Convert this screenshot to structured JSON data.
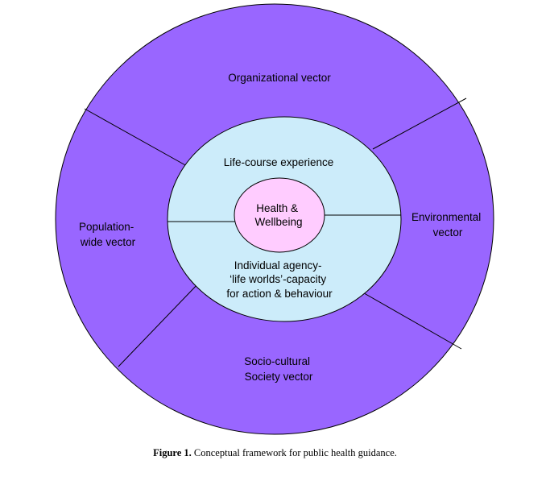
{
  "colors": {
    "outer_ring": "#9966ff",
    "inner_circle": "#ccecfa",
    "center_circle": "#ffccff",
    "stroke": "#000000"
  },
  "diagram": {
    "outer": {
      "organizational": [
        "Organizational vector"
      ],
      "environmental": [
        "Environmental",
        "vector"
      ],
      "population": [
        "Population-",
        "wide vector"
      ],
      "socio_cultural": [
        "Socio-cultural",
        "Society vector"
      ]
    },
    "inner": {
      "life_course": [
        "Life-course experience"
      ],
      "individual_agency": [
        "Individual agency-",
        "‘life worlds’-capacity",
        "for action & behaviour"
      ]
    },
    "center": {
      "health": [
        "Health &",
        "Wellbeing"
      ]
    }
  },
  "caption": {
    "label": "Figure 1.",
    "text": "Conceptual framework for public health guidance."
  }
}
